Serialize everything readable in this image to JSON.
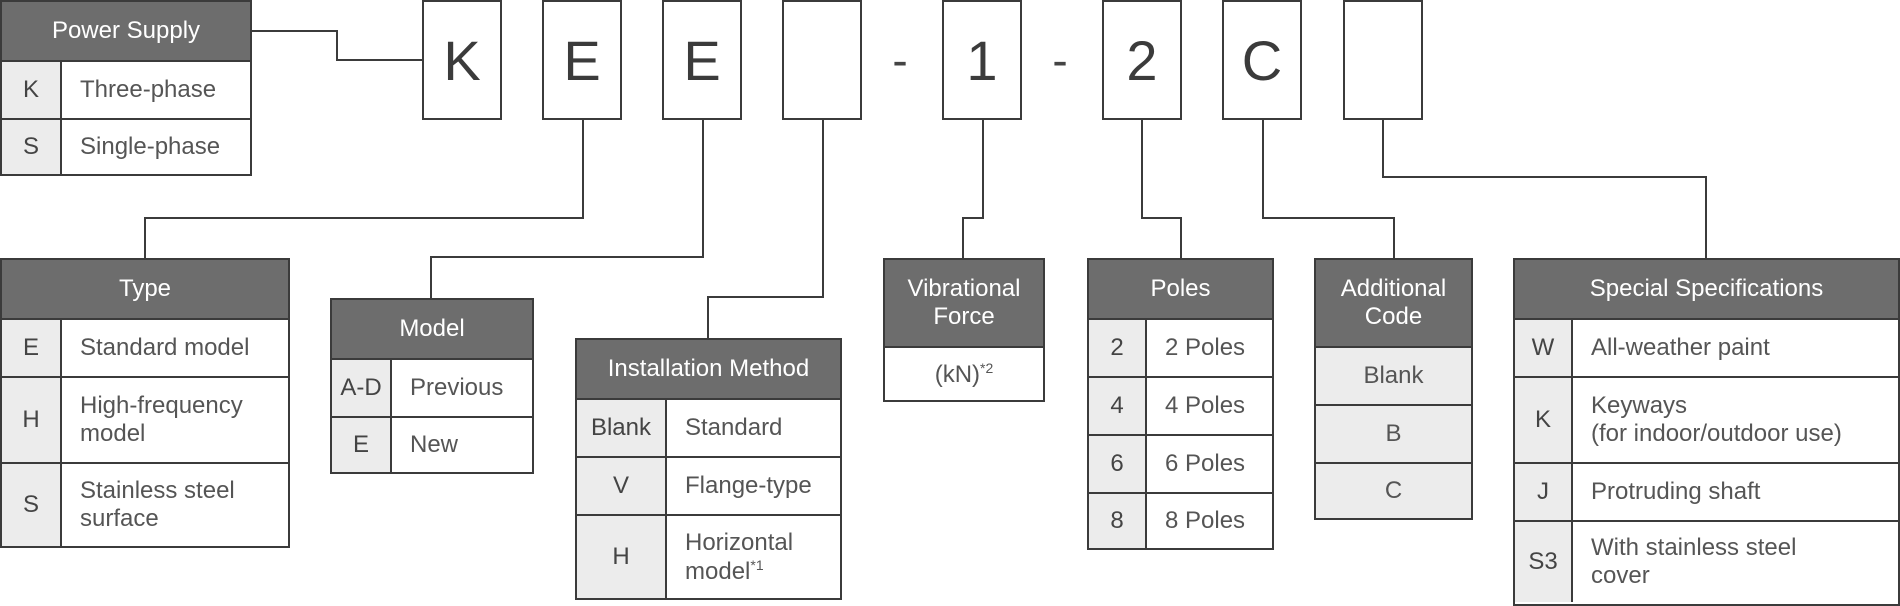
{
  "model_code": {
    "characters": [
      "K",
      "E",
      "E",
      "",
      "1",
      "2",
      "C",
      ""
    ],
    "separators": [
      "-",
      "-"
    ]
  },
  "power_supply": {
    "title": "Power Supply",
    "rows": [
      {
        "code": "K",
        "desc": "Three-phase"
      },
      {
        "code": "S",
        "desc": "Single-phase"
      }
    ]
  },
  "type": {
    "title": "Type",
    "rows": [
      {
        "code": "E",
        "desc": "Standard model"
      },
      {
        "code": "H",
        "desc": "High-frequency\nmodel"
      },
      {
        "code": "S",
        "desc": "Stainless steel\nsurface"
      }
    ]
  },
  "model": {
    "title": "Model",
    "rows": [
      {
        "code": "A-D",
        "desc": "Previous"
      },
      {
        "code": "E",
        "desc": "New"
      }
    ]
  },
  "installation": {
    "title": "Installation Method",
    "rows": [
      {
        "code": "Blank",
        "desc": "Standard"
      },
      {
        "code": "V",
        "desc": "Flange-type"
      },
      {
        "code": "H",
        "desc": "Horizontal\nmodel",
        "note": "*1"
      }
    ]
  },
  "vibrational_force": {
    "title": "Vibrational\nForce",
    "value": "(kN)",
    "note": "*2"
  },
  "poles": {
    "title": "Poles",
    "rows": [
      {
        "code": "2",
        "desc": "2 Poles"
      },
      {
        "code": "4",
        "desc": "4 Poles"
      },
      {
        "code": "6",
        "desc": "6 Poles"
      },
      {
        "code": "8",
        "desc": "8 Poles"
      }
    ]
  },
  "additional_code": {
    "title": "Additional\nCode",
    "values": [
      "Blank",
      "B",
      "C"
    ]
  },
  "special_specs": {
    "title": "Special Specifications",
    "rows": [
      {
        "code": "W",
        "desc": "All-weather paint"
      },
      {
        "code": "K",
        "desc": "Keyways\n(for indoor/outdoor use)"
      },
      {
        "code": "J",
        "desc": "Protruding shaft"
      },
      {
        "code": "S3",
        "desc": "With stainless steel\ncover"
      }
    ]
  }
}
